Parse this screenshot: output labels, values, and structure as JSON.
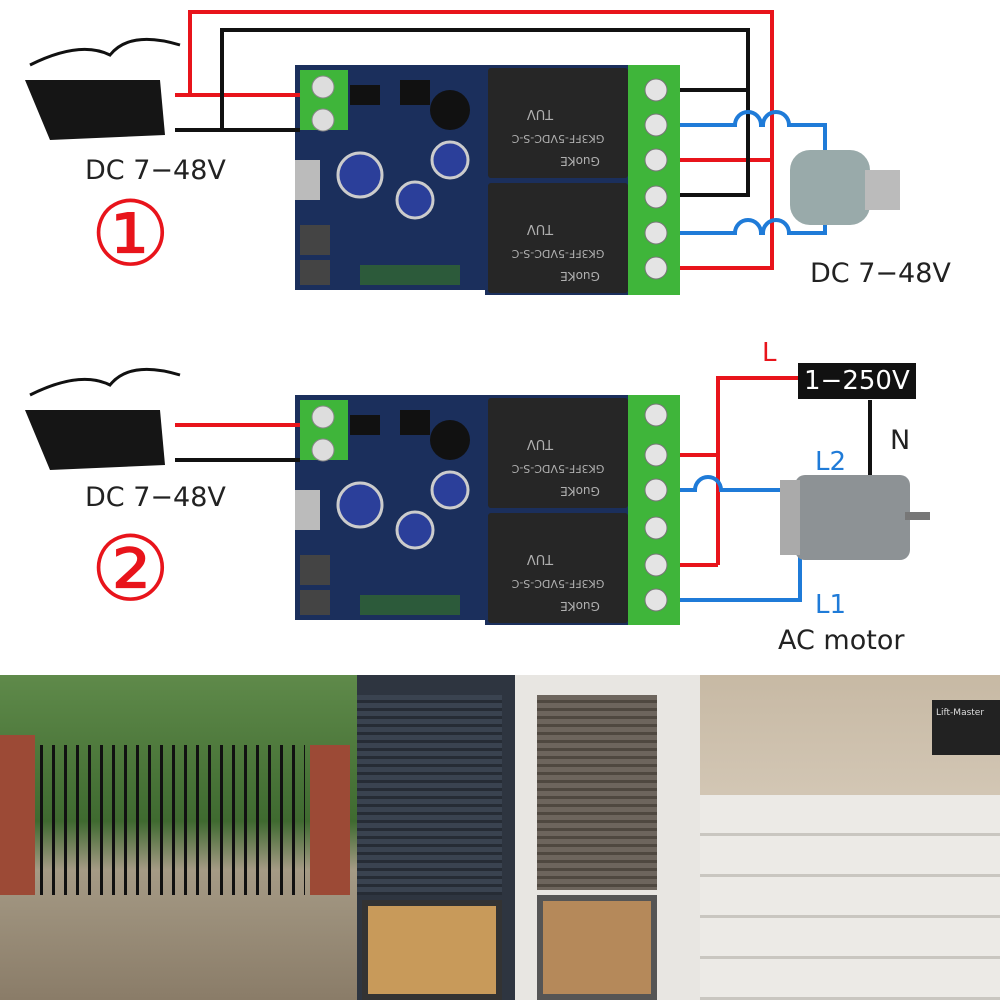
{
  "diagram1": {
    "power_label": "DC 7−48V",
    "number": "①",
    "motor_label": "DC 7−48V"
  },
  "diagram2": {
    "power_label": "DC 7−48V",
    "number": "②",
    "line_label": "L",
    "voltage_label": "1−250V",
    "neutral_label": "N",
    "l2_label": "L2",
    "l1_label": "L1",
    "motor_label": "AC motor"
  },
  "relay": {
    "model": "GK3FF-5VDC-S-C",
    "brand": "GuoKE",
    "cert": "TUV"
  },
  "photos": {
    "garage_opener_brand": "Lift-Master"
  },
  "colors": {
    "red": "#e8141b",
    "black": "#111111",
    "blue": "#1f7bd8",
    "board": "#1b2f5c",
    "terminal": "#3fb53a"
  }
}
